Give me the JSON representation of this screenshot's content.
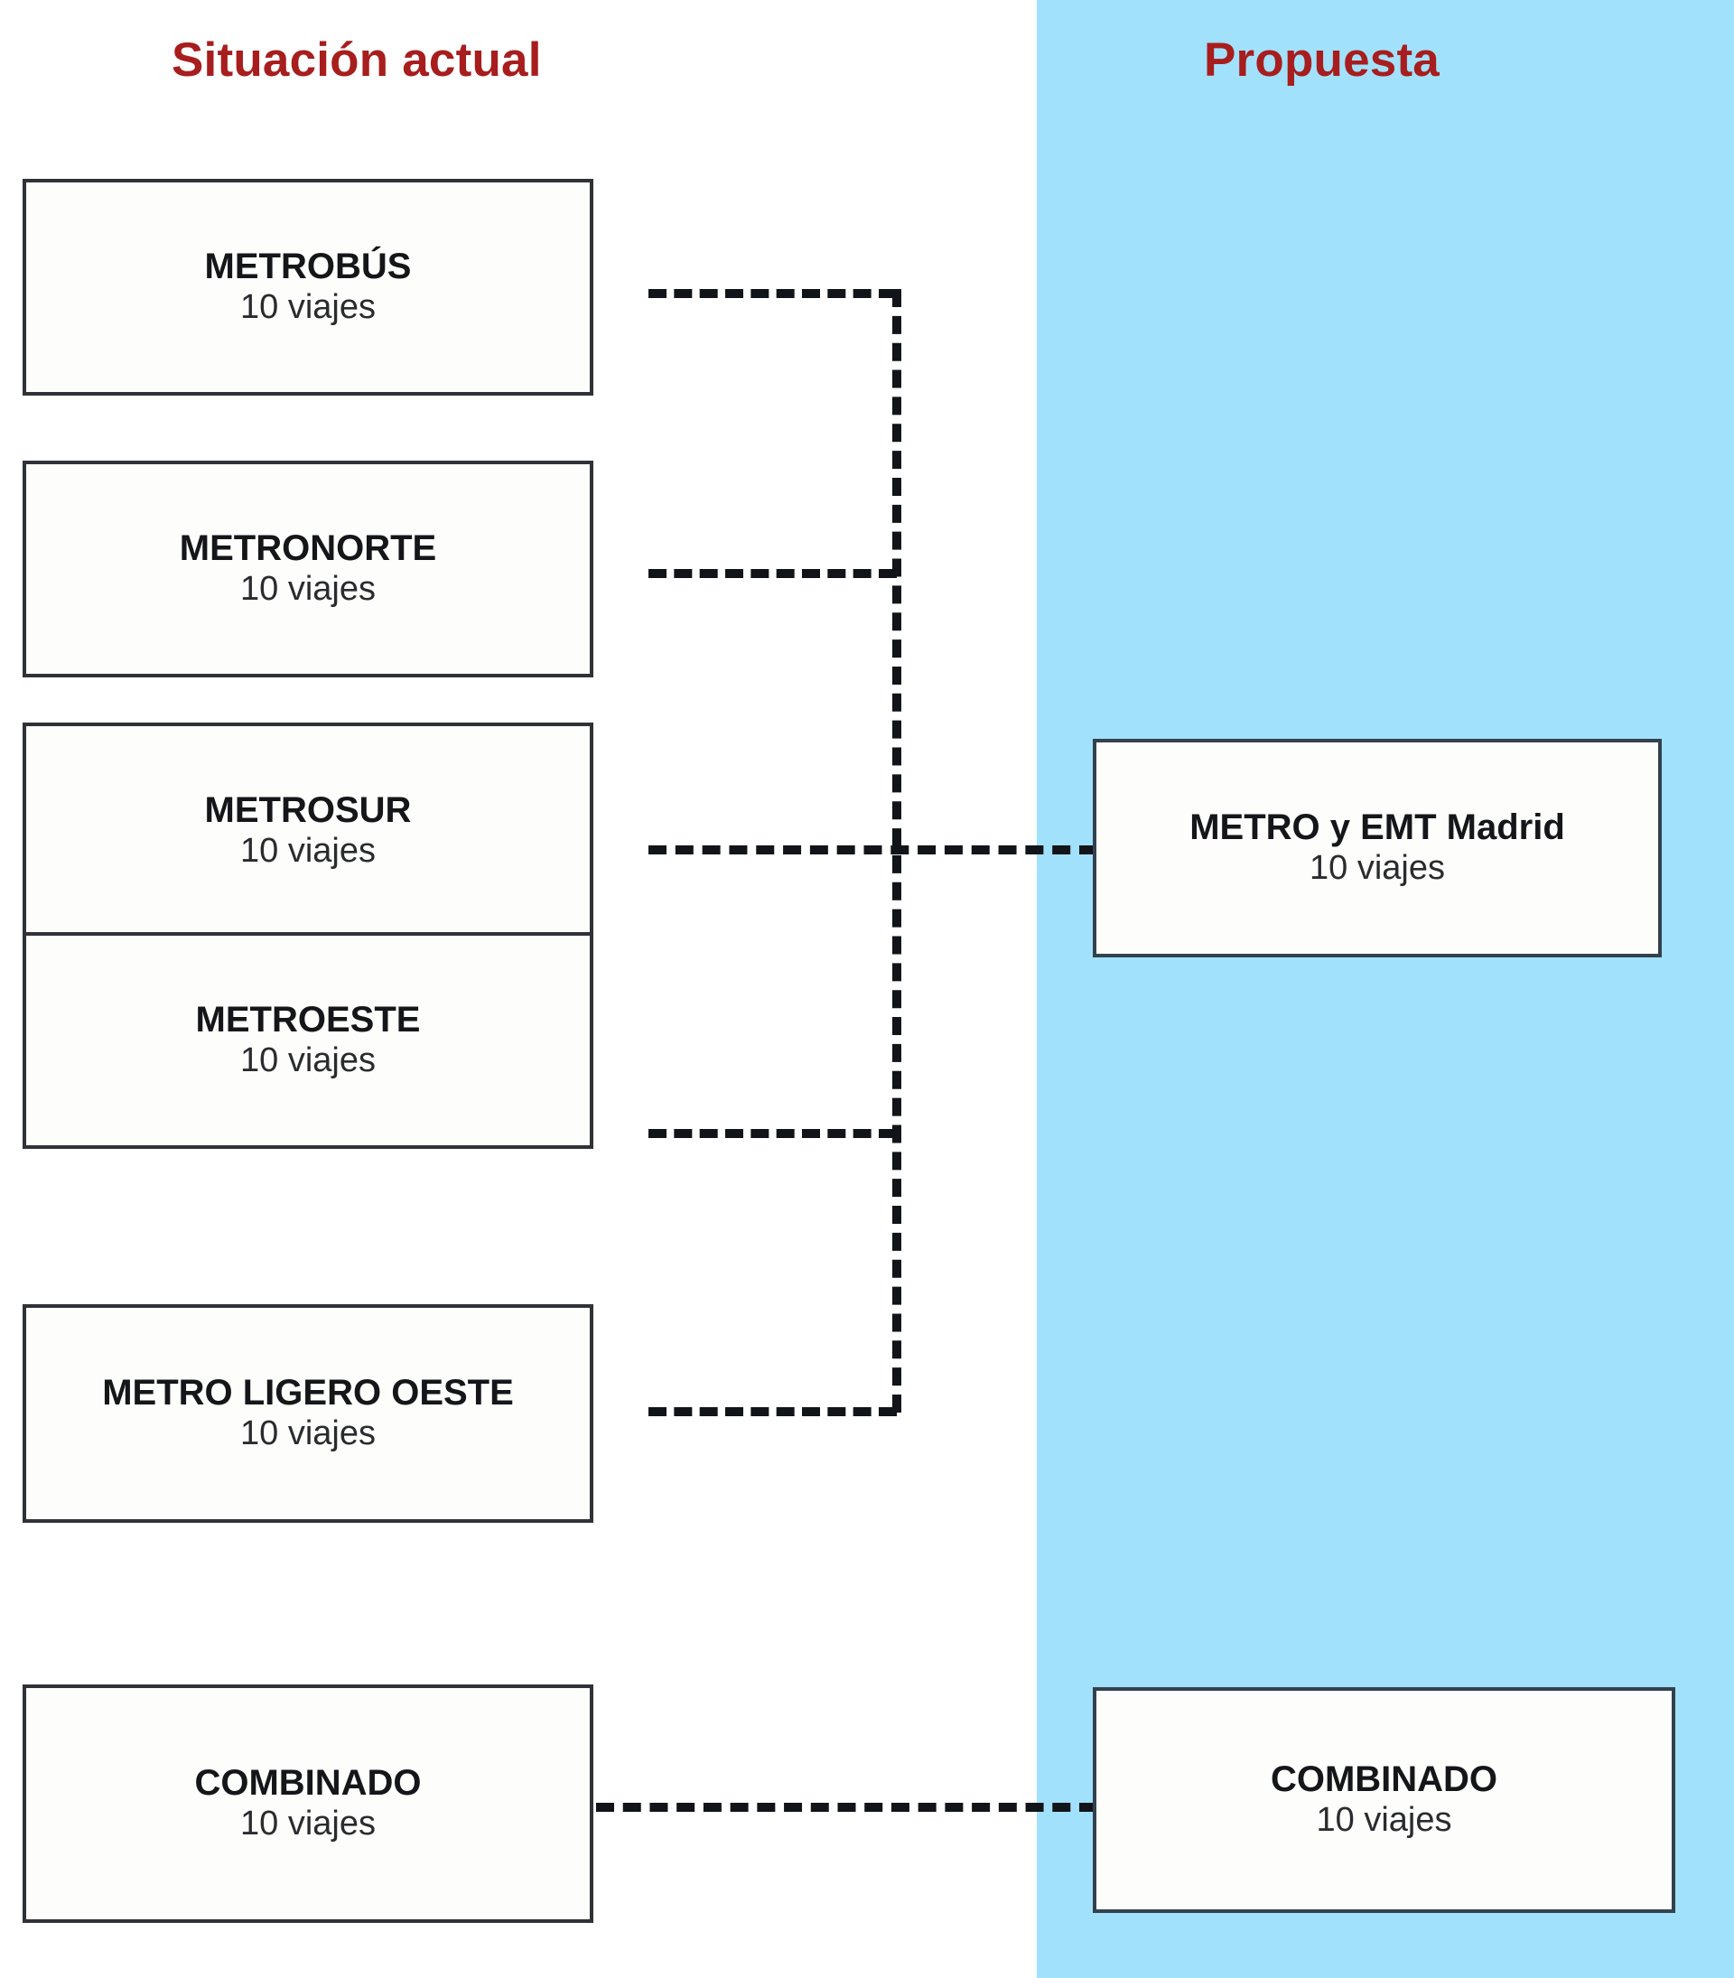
{
  "columns": {
    "left_title": "Situación actual",
    "right_title": "Propuesta"
  },
  "colors": {
    "title": "#a81d1d",
    "panel_blue": "#a2e1fc",
    "box_border": "#33373c",
    "box_fill": "#fdfdfb",
    "connector": "#111418",
    "background": "#ffffff"
  },
  "current_nodes": [
    {
      "name": "METROBÚS",
      "detail": "10 viajes"
    },
    {
      "name": "METRONORTE",
      "detail": "10 viajes"
    },
    {
      "name": "METROSUR",
      "detail": "10 viajes"
    },
    {
      "name": "METROESTE",
      "detail": "10 viajes"
    },
    {
      "name": "METRO LIGERO OESTE",
      "detail": "10 viajes"
    },
    {
      "name": "COMBINADO",
      "detail": "10 viajes"
    }
  ],
  "proposed_nodes": [
    {
      "name": "METRO y EMT Madrid",
      "detail": "10 viajes"
    },
    {
      "name": "COMBINADO",
      "detail": "10 viajes"
    }
  ],
  "connections": [
    {
      "from": "METROBÚS",
      "to": "METRO y EMT Madrid",
      "style": "dashed"
    },
    {
      "from": "METRONORTE",
      "to": "METRO y EMT Madrid",
      "style": "dashed"
    },
    {
      "from": "METROSUR",
      "to": "METRO y EMT Madrid",
      "style": "dashed"
    },
    {
      "from": "METROESTE",
      "to": "METRO y EMT Madrid",
      "style": "dashed"
    },
    {
      "from": "METRO LIGERO OESTE",
      "to": "METRO y EMT Madrid",
      "style": "dashed"
    },
    {
      "from": "COMBINADO",
      "to": "COMBINADO",
      "style": "dashed"
    }
  ]
}
